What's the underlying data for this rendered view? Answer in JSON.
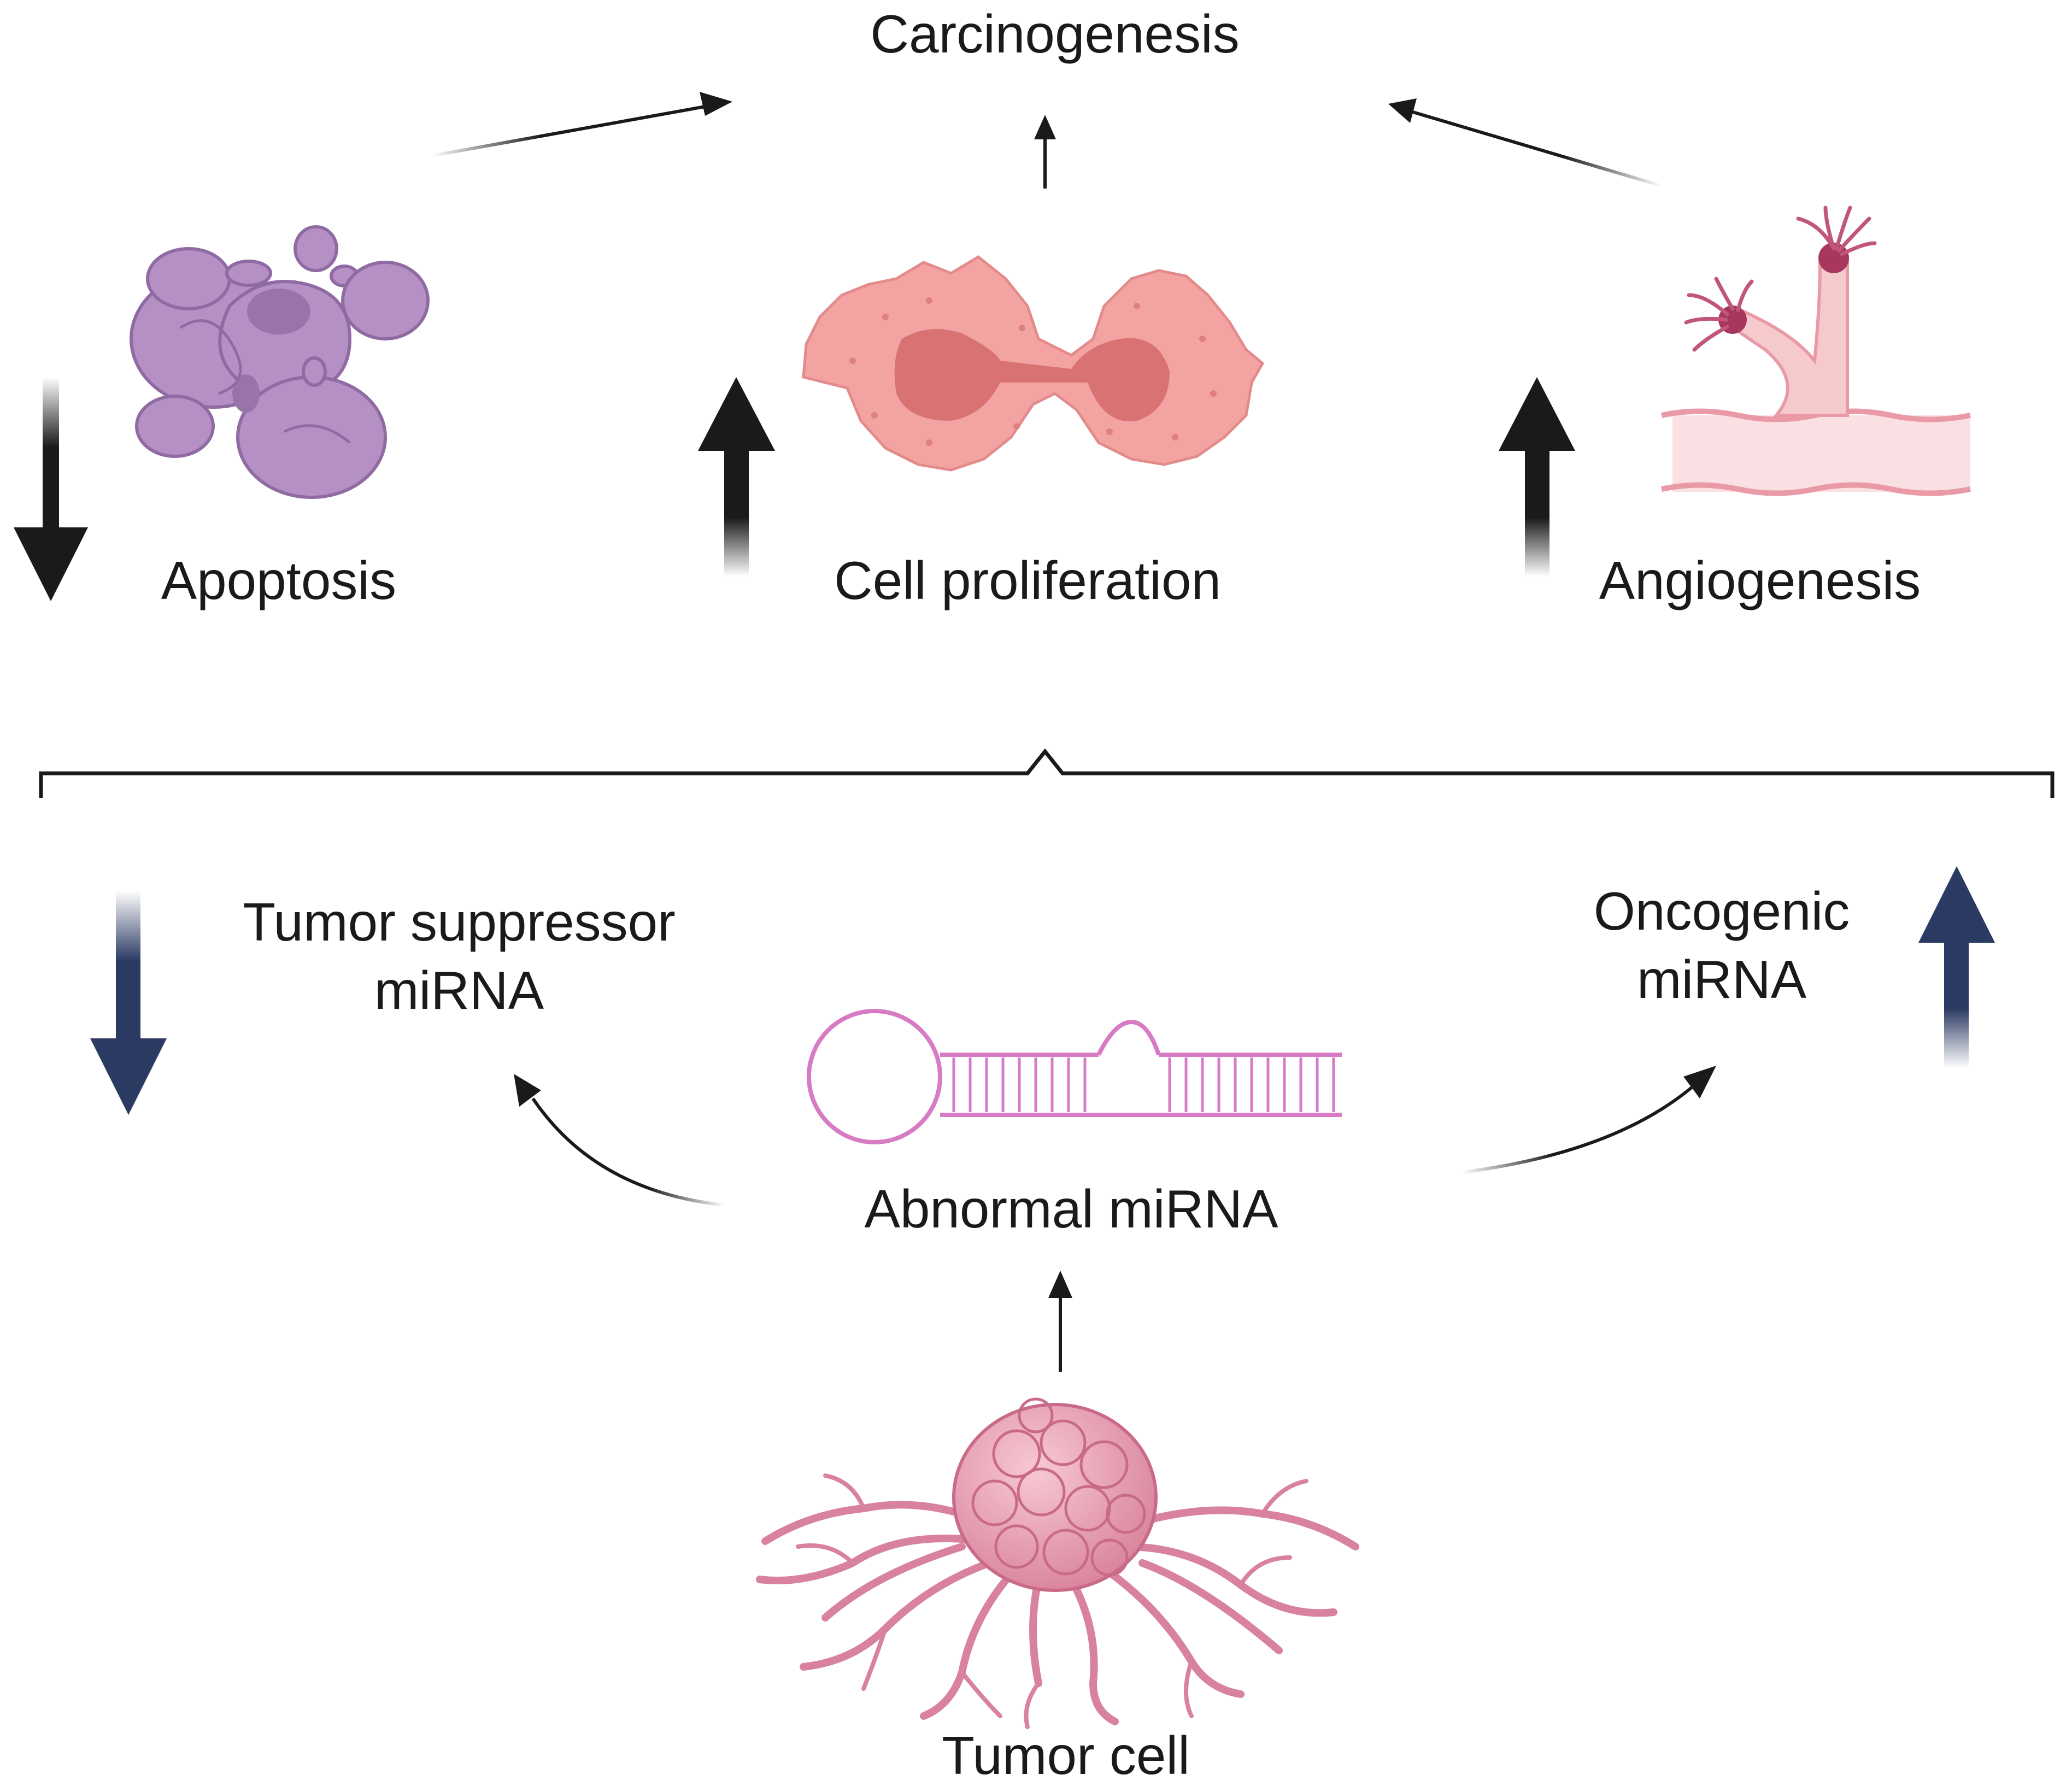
{
  "labels": {
    "carcinogenesis": "Carcinogenesis",
    "apoptosis": "Apoptosis",
    "cell_proliferation": "Cell proliferation",
    "angiogenesis": "Angiogenesis",
    "tumor_suppressor_line1": "Tumor suppressor",
    "tumor_suppressor_line2": "miRNA",
    "oncogenic_line1": "Oncogenic",
    "oncogenic_line2": "miRNA",
    "abnormal_mirna": "Abnormal miRNA",
    "tumor_cell": "Tumor cell"
  },
  "regulation": {
    "apoptosis": "down",
    "cell_proliferation": "up",
    "angiogenesis": "up",
    "tumor_suppressor_mirna": "down",
    "oncogenic_mirna": "up"
  },
  "colors": {
    "effect_arrow": "#1a1a1a",
    "mirna_arrow": "#2b3a63",
    "apoptosis_cell": "#b08fbf",
    "proliferating_cell": "#f0a0a0",
    "vessel": "#e99aa6",
    "mirna_hairpin": "#d77cc4",
    "tumor": "#e9a3b6"
  }
}
